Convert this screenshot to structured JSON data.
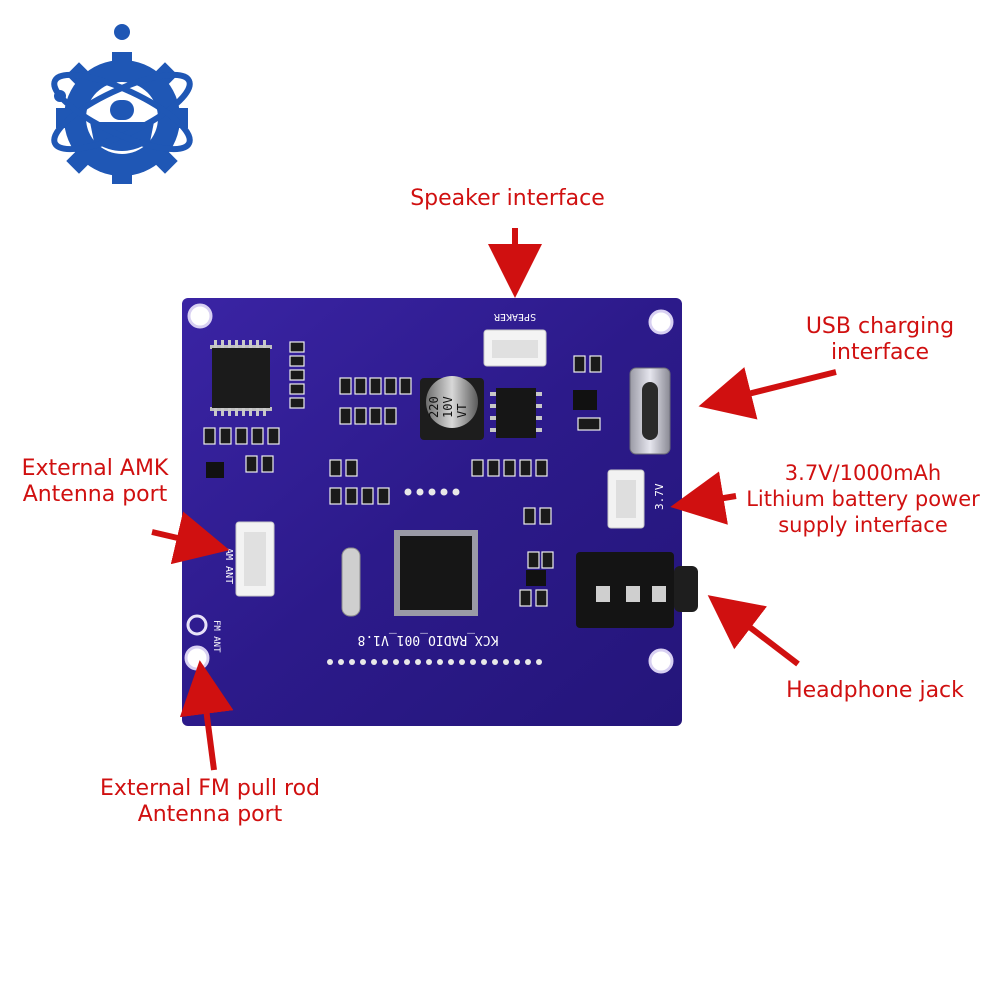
{
  "logo": {
    "icon": "atom-gear-logo"
  },
  "colors": {
    "board": "#2c1a8a",
    "annotation": "#d01010",
    "logo_blue": "#1f57b5"
  },
  "board": {
    "silkscreen_version": "KCX_RADIO_001_V1.8",
    "speaker_silk": "SPEAKER",
    "capacitor_marking": [
      "220",
      "10V",
      "VT"
    ],
    "battery_silk": "3.7V",
    "am_silk": "AM ANT",
    "fm_silk": "FM ANT"
  },
  "annotations": {
    "speaker": "Speaker interface",
    "usb": [
      "USB charging",
      "interface"
    ],
    "amk": [
      "External AMK",
      "Antenna port"
    ],
    "battery": [
      "3.7V/1000mAh",
      "Lithium battery power",
      "supply interface"
    ],
    "headphone": "Headphone jack",
    "fm": [
      "External FM pull rod",
      "Antenna port"
    ]
  }
}
